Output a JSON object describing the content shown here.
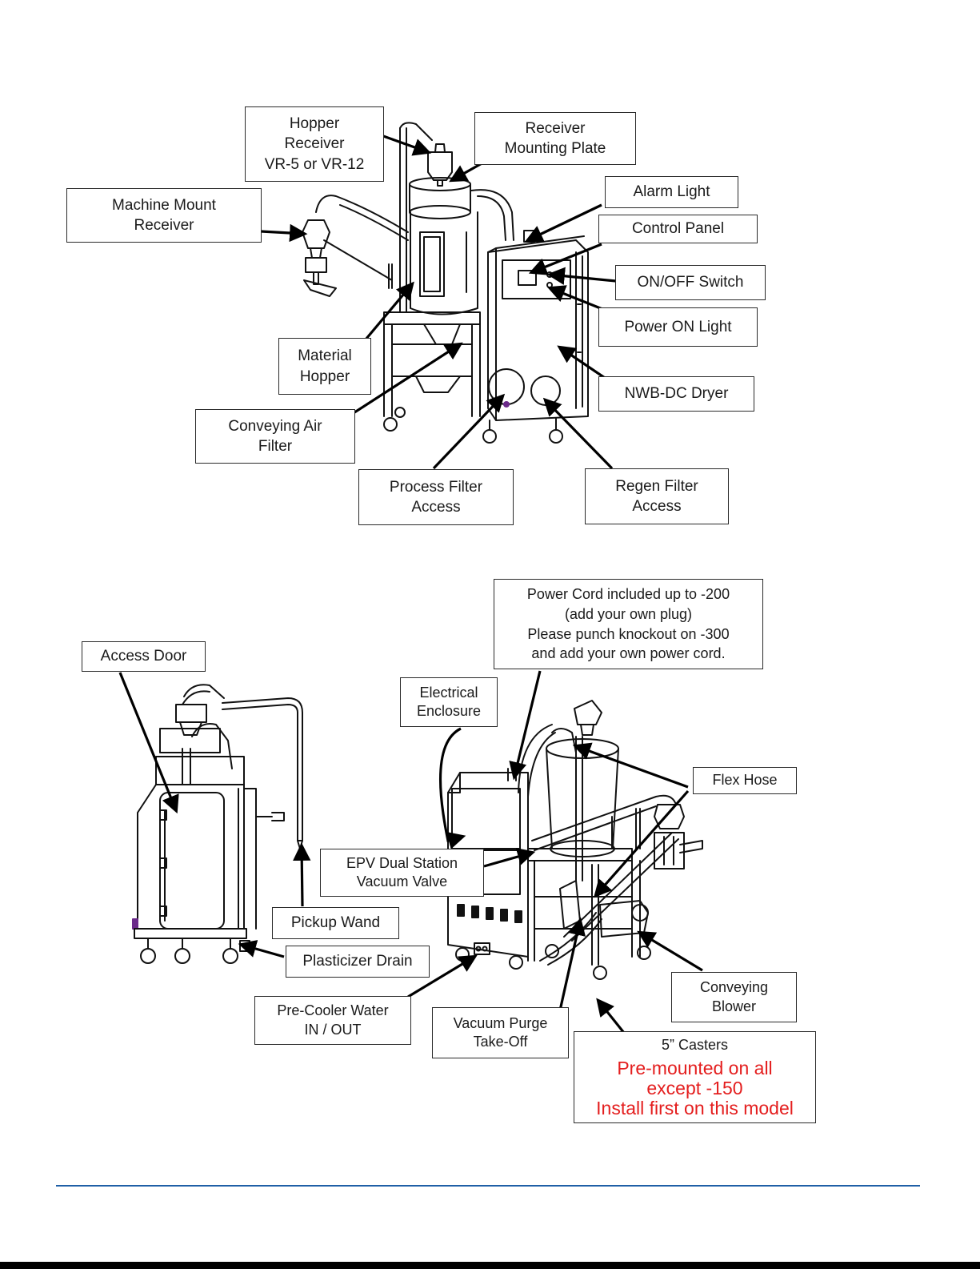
{
  "labels": {
    "hopper_receiver": "Hopper\nReceiver\nVR-5 or VR-12",
    "receiver_mounting_plate": "Receiver\nMounting Plate",
    "machine_mount_receiver": "Machine Mount\nReceiver",
    "alarm_light": "Alarm Light",
    "control_panel": "Control Panel",
    "on_off_switch": "ON/OFF Switch",
    "power_on_light": "Power ON Light",
    "material_hopper": "Material\nHopper",
    "nwb_dc_dryer": "NWB-DC Dryer",
    "conveying_air_filter": "Conveying Air\nFilter",
    "process_filter_access": "Process Filter\nAccess",
    "regen_filter_access": "Regen Filter\nAccess",
    "power_cord": "Power Cord included up to -200\n(add your own plug)\nPlease punch knockout on -300\nand add your own power cord.",
    "access_door": "Access Door",
    "electrical_enclosure": "Electrical\nEnclosure",
    "flex_hose": "Flex Hose",
    "epv_valve": "EPV Dual Station\nVacuum Valve",
    "pickup_wand": "Pickup Wand",
    "plasticizer_drain": "Plasticizer Drain",
    "pre_cooler_water": "Pre-Cooler Water\nIN / OUT",
    "vacuum_purge": "Vacuum Purge\nTake-Off",
    "conveying_blower": "Conveying\nBlower",
    "casters_title": "5” Casters",
    "casters_note": "Pre-mounted on all\nexcept -150\nInstall first on this model"
  },
  "colors": {
    "note_red": "#e41e1e",
    "footer_rule": "#1f5fa6"
  }
}
